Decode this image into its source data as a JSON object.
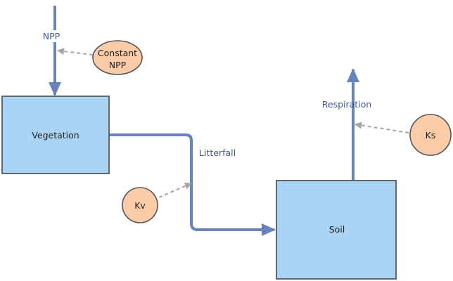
{
  "colors": {
    "stock_fill": "#aad4f5",
    "auxiliary_fill": "#fccca8",
    "flow": "#6683bb",
    "link": "#a5a5a5"
  },
  "stocks": {
    "vegetation": "Vegetation",
    "soil": "Soil"
  },
  "flows": {
    "npp": "NPP",
    "litterfall": "Litterfall",
    "respiration": "Respiration"
  },
  "auxiliaries": {
    "constant_npp_line1": "Constant",
    "constant_npp_line2": "NPP",
    "kv": "Kv",
    "ks": "Ks"
  }
}
